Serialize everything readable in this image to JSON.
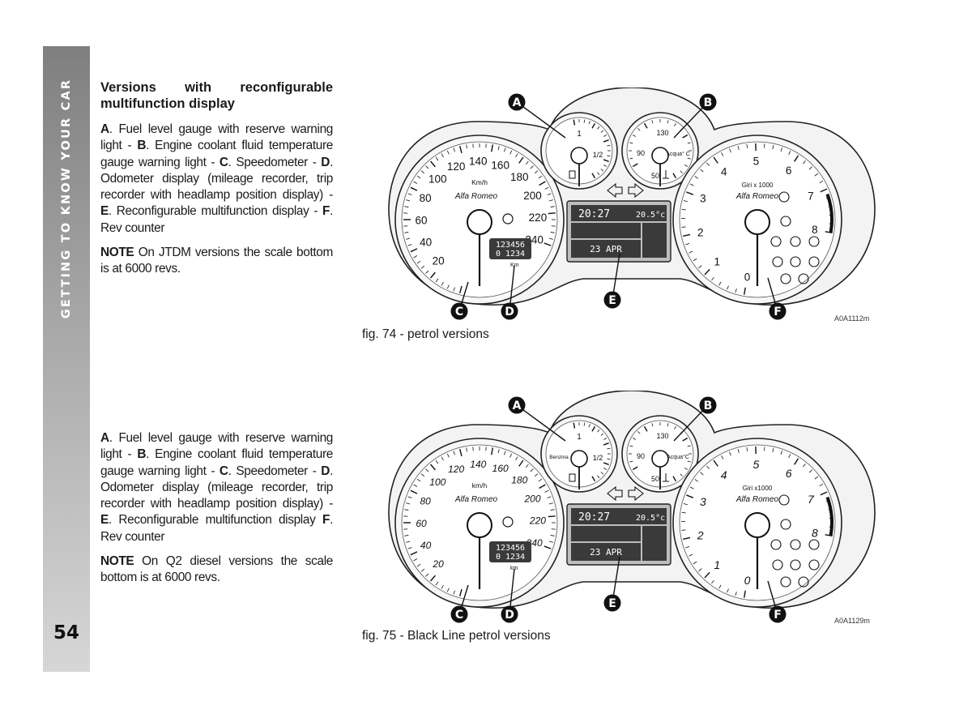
{
  "sidebar": {
    "title": "GETTING TO KNOW YOUR CAR",
    "page_number": "54"
  },
  "section1": {
    "heading": "Versions with reconfigurable multifunction display",
    "paragraph": [
      {
        "t": "A",
        "b": true
      },
      {
        "t": ". Fuel level gauge with reserve warning light - "
      },
      {
        "t": "B",
        "b": true
      },
      {
        "t": ". Engine coolant fluid temperature gauge warning light - "
      },
      {
        "t": "C",
        "b": true
      },
      {
        "t": ". Speedometer - "
      },
      {
        "t": "D",
        "b": true
      },
      {
        "t": ". Odometer display (mileage recorder, trip recorder with headlamp position display) - "
      },
      {
        "t": "E",
        "b": true
      },
      {
        "t": ". Reconfigurable multifunction display - "
      },
      {
        "t": "F",
        "b": true
      },
      {
        "t": ". Rev counter"
      }
    ],
    "note_label": "NOTE",
    "note_text": " On JTDM versions the scale bottom is at 6000 revs."
  },
  "section2": {
    "paragraph": [
      {
        "t": "A",
        "b": true
      },
      {
        "t": ". Fuel level gauge with reserve warning light - "
      },
      {
        "t": "B",
        "b": true
      },
      {
        "t": ". Engine coolant fluid temperature gauge warning light - "
      },
      {
        "t": "C",
        "b": true
      },
      {
        "t": ". Speedometer - "
      },
      {
        "t": "D",
        "b": true
      },
      {
        "t": ". Odometer display (mileage recorder, trip recorder with headlamp position display) - "
      },
      {
        "t": "E",
        "b": true
      },
      {
        "t": ". Reconfigurable multifunction display "
      },
      {
        "t": "F",
        "b": true
      },
      {
        "t": ". Rev counter"
      }
    ],
    "note_label": "NOTE",
    "note_text": " On Q2 diesel versions the scale bottom is at 6000 revs."
  },
  "figures": [
    {
      "caption": "fig. 74 - petrol versions",
      "code": "A0A1112m",
      "callouts": [
        "A",
        "B",
        "C",
        "D",
        "E",
        "F"
      ],
      "speedo": {
        "labels": [
          "20",
          "40",
          "60",
          "80",
          "100",
          "120",
          "140",
          "160",
          "180",
          "200",
          "220",
          "240"
        ],
        "unit": "Km/h",
        "brand": "Alfa Romeo"
      },
      "tacho": {
        "labels": [
          "0",
          "1",
          "2",
          "3",
          "4",
          "5",
          "6",
          "7",
          "8"
        ],
        "unit": "Giri x 1000",
        "brand": "Alfa Romeo"
      },
      "fuel": {
        "labels": [
          "1",
          "1/2"
        ],
        "name": ""
      },
      "temp": {
        "labels": [
          "90",
          "130",
          "50"
        ],
        "name": "Acqua° C"
      },
      "odometer": {
        "line1": "123456",
        "line2": "0 1234",
        "unit": "Km"
      },
      "display": {
        "time": "20:27",
        "temp": "20.5°c",
        "date": "23 APR"
      }
    },
    {
      "caption": "fig. 75 - Black Line petrol versions",
      "code": "A0A1129m",
      "callouts": [
        "A",
        "B",
        "C",
        "D",
        "E",
        "F"
      ],
      "speedo": {
        "labels": [
          "20",
          "40",
          "60",
          "80",
          "100",
          "120",
          "140",
          "160",
          "180",
          "200",
          "220",
          "240"
        ],
        "unit": "km/h",
        "brand": "Alfa Romeo"
      },
      "tacho": {
        "labels": [
          "0",
          "1",
          "2",
          "3",
          "4",
          "5",
          "6",
          "7",
          "8"
        ],
        "unit": "Giri x1000",
        "brand": "Alfa Romeo"
      },
      "fuel": {
        "labels": [
          "1",
          "1/2"
        ],
        "name": "Benzina"
      },
      "temp": {
        "labels": [
          "90",
          "130",
          "50"
        ],
        "name": "Acqua°C"
      },
      "odometer": {
        "line1": "123456",
        "line2": "0 1234",
        "unit": "km"
      },
      "display": {
        "time": "20:27",
        "temp": "20.5°c",
        "date": "23 APR"
      }
    }
  ]
}
